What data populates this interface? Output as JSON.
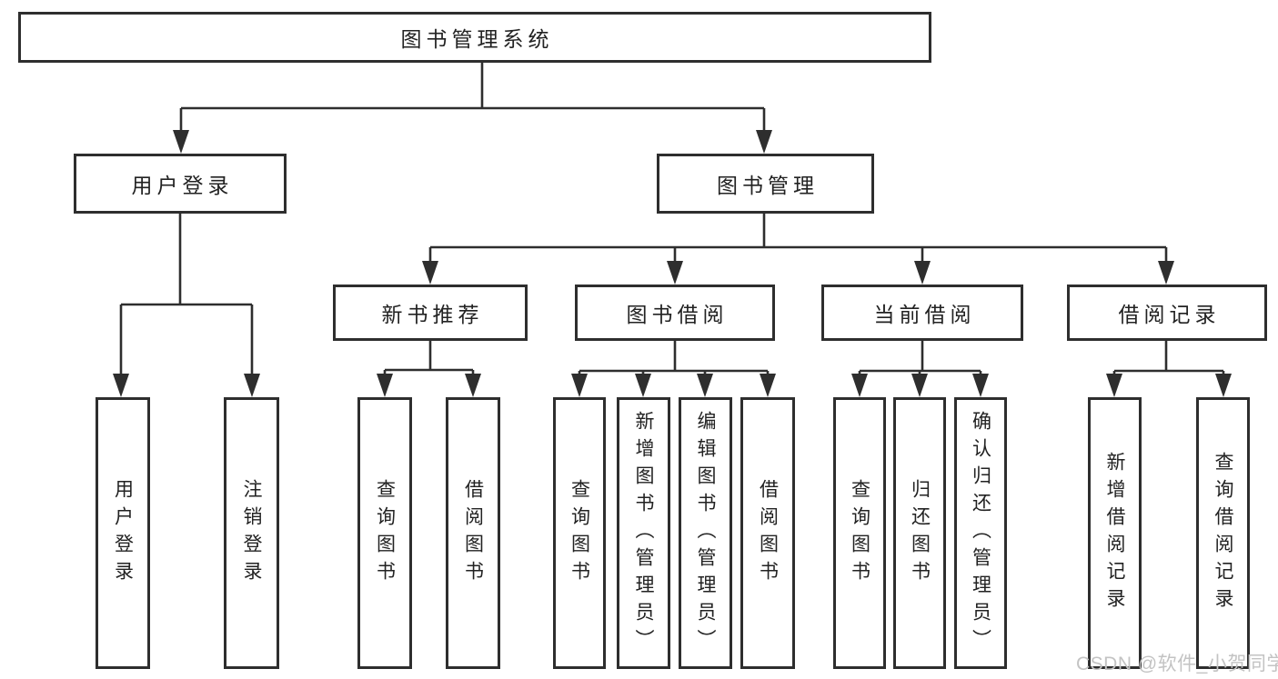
{
  "root": {
    "label": "图书管理系统"
  },
  "level2": {
    "user_login": {
      "label": "用户登录"
    },
    "book_management": {
      "label": "图书管理"
    }
  },
  "level3": {
    "new_book_recommendation": {
      "label": "新书推荐"
    },
    "book_borrowing": {
      "label": "图书借阅"
    },
    "current_borrowing": {
      "label": "当前借阅"
    },
    "borrowing_records": {
      "label": "借阅记录"
    }
  },
  "leaves": {
    "user_login_group": [
      {
        "label": "用户登录"
      },
      {
        "label": "注销登录"
      }
    ],
    "new_book_group": [
      {
        "label": "查询图书"
      },
      {
        "label": "借阅图书"
      }
    ],
    "book_borrowing_group": [
      {
        "label": "查询图书"
      },
      {
        "label": "新增图书（管理员）"
      },
      {
        "label": "编辑图书（管理员）"
      },
      {
        "label": "借阅图书"
      }
    ],
    "current_borrowing_group": [
      {
        "label": "查询图书"
      },
      {
        "label": "归还图书"
      },
      {
        "label": "确认归还（管理员）"
      }
    ],
    "borrowing_records_group": [
      {
        "label": "新增借阅记录"
      },
      {
        "label": "查询借阅记录"
      }
    ]
  },
  "watermark": {
    "text": "CSDN @软件_小贺同学"
  },
  "colors": {
    "page_bg": "#ffffff",
    "line": "#2e2e2e",
    "box_border": "#2e2e2e",
    "box_background": "#ffffff",
    "label_text": "#222222",
    "watermark_text": "#c3c3c3"
  }
}
